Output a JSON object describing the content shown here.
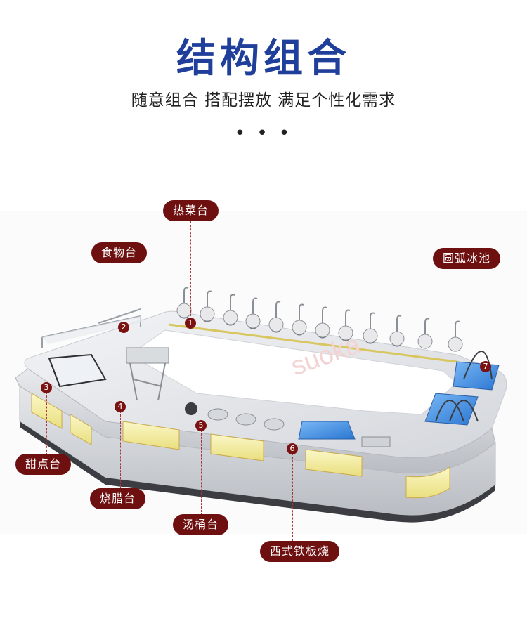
{
  "header": {
    "title": "结构组合",
    "subtitle": "随意组合 搭配摆放 满足个性化需求",
    "dots": "• • •"
  },
  "colors": {
    "title": "#1f3f9a",
    "label_bg": "#6e1010",
    "glow": "#f7f1a8",
    "ice": "#3d8fe6"
  },
  "callouts": [
    {
      "number": "1",
      "label": "热菜台"
    },
    {
      "number": "2",
      "label": "食物台"
    },
    {
      "number": "3",
      "label": "甜点台"
    },
    {
      "number": "4",
      "label": "烧腊台"
    },
    {
      "number": "5",
      "label": "汤桶台"
    },
    {
      "number": "6",
      "label": "西式铁板烧"
    },
    {
      "number": "7",
      "label": "圆弧冰池"
    }
  ]
}
